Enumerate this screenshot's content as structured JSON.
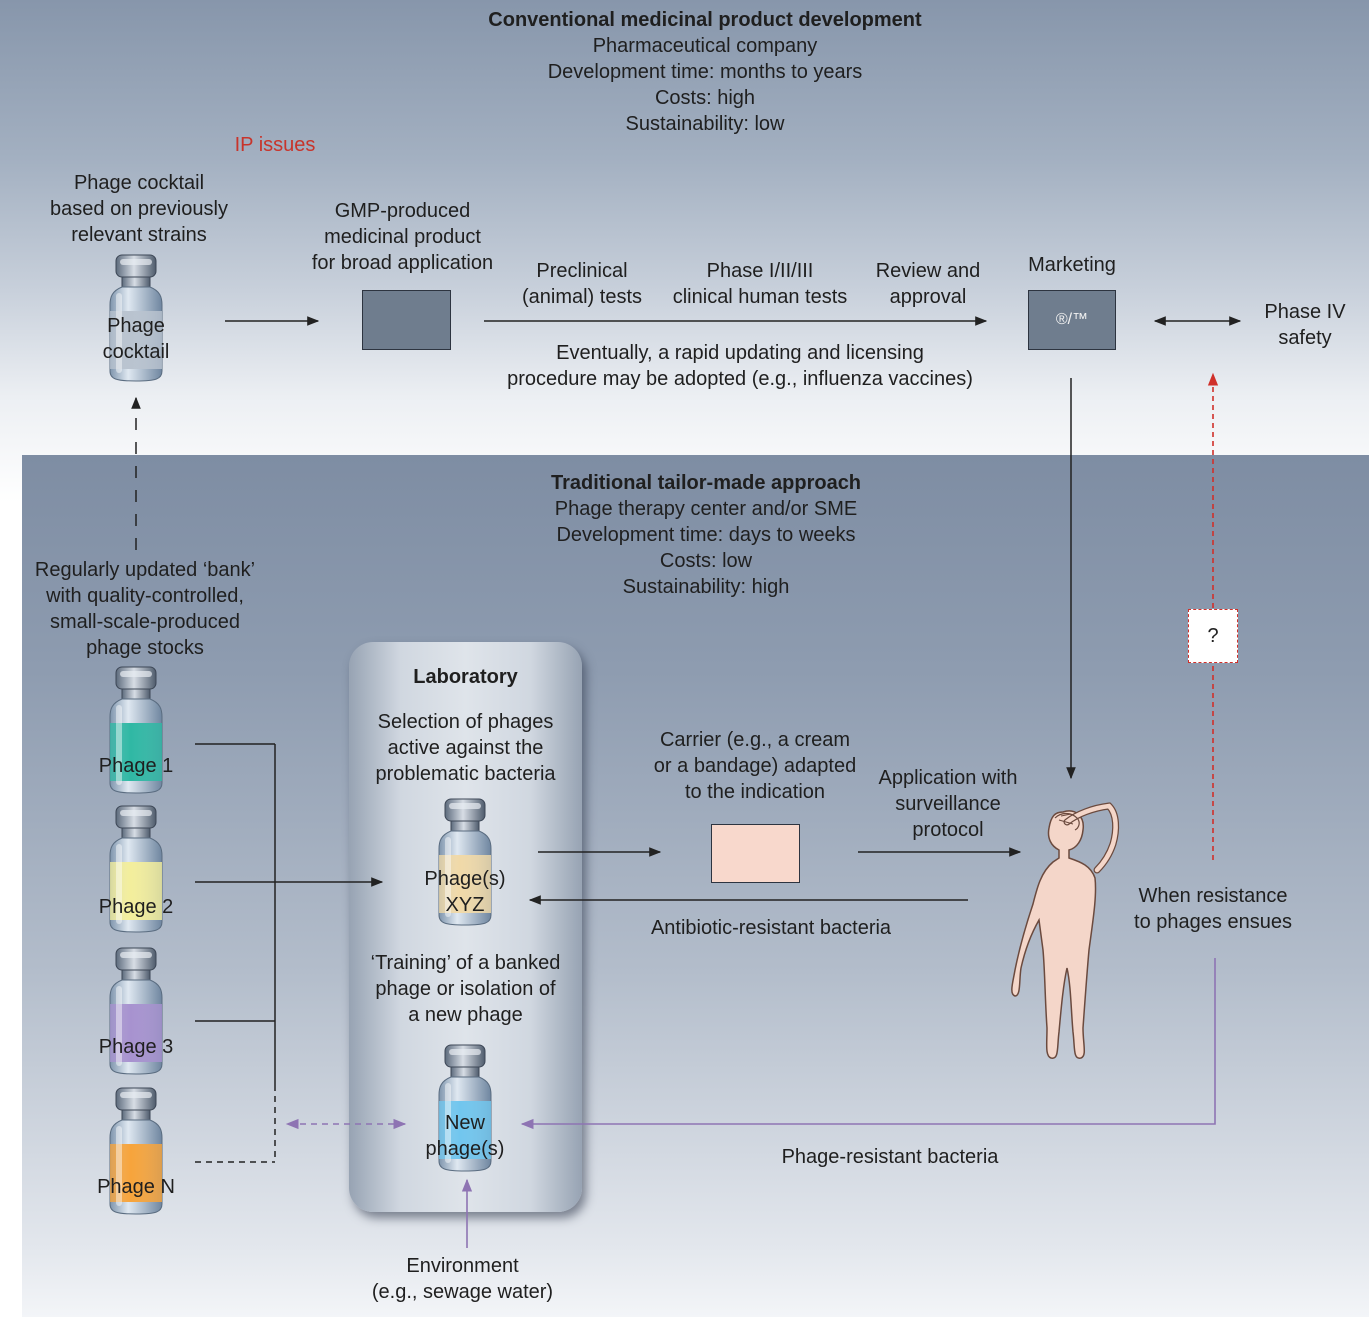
{
  "conventional": {
    "title": "Conventional medicinal product development",
    "line1": "Pharmaceutical company",
    "line2": "Development time: months to years",
    "line3": "Costs: high",
    "line4": "Sustainability: low"
  },
  "ip_issues": "IP issues",
  "cocktail_caption": {
    "line1": "Phage cocktail",
    "line2": "based on previously",
    "line3": "relevant strains"
  },
  "cocktail_vial": {
    "line1": "Phage",
    "line2": "cocktail"
  },
  "gmp": {
    "line1": "GMP-produced",
    "line2": "medicinal product",
    "line3": "for broad application"
  },
  "preclinical": {
    "line1": "Preclinical",
    "line2": "(animal) tests"
  },
  "phase123": {
    "line1": "Phase I/II/III",
    "line2": "clinical human tests"
  },
  "review": {
    "line1": "Review and",
    "line2": "approval"
  },
  "marketing": "Marketing",
  "trademark": "®/™",
  "phase4": {
    "line1": "Phase IV",
    "line2": "safety"
  },
  "rapid": {
    "line1": "Eventually, a rapid updating and licensing",
    "line2": "procedure may be adopted (e.g., influenza vaccines)"
  },
  "traditional": {
    "title": "Traditional tailor-made approach",
    "line1": "Phage therapy center and/or SME",
    "line2": "Development time: days to weeks",
    "line3": "Costs: low",
    "line4": "Sustainability: high"
  },
  "bank": {
    "line1": "Regularly updated ‘bank’",
    "line2": "with quality-controlled,",
    "line3": "small-scale-produced",
    "line4": "phage stocks"
  },
  "question_mark": "?",
  "vials": [
    "Phage 1",
    "Phage 2",
    "Phage 3",
    "Phage N"
  ],
  "laboratory": {
    "title": "Laboratory",
    "selection": {
      "line1": "Selection of phages",
      "line2": "active against the",
      "line3": "problematic bacteria"
    },
    "xyz": {
      "line1": "Phage(s)",
      "line2": "XYZ"
    },
    "training": {
      "line1": "‘Training’ of a banked",
      "line2": "phage or isolation of",
      "line3": "a new phage"
    },
    "new_phage": {
      "line1": "New",
      "line2": "phage(s)"
    }
  },
  "carrier": {
    "line1": "Carrier (e.g., a cream",
    "line2": "or a bandage) adapted",
    "line3": "to the indication"
  },
  "application": {
    "line1": "Application with",
    "line2": "surveillance",
    "line3": "protocol"
  },
  "antibiotic_resistant": "Antibiotic-resistant bacteria",
  "resistance": {
    "line1": "When resistance",
    "line2": "to phages ensues"
  },
  "phage_resistant": "Phage-resistant bacteria",
  "environment": {
    "line1": "Environment",
    "line2": "(e.g., sewage water)"
  },
  "colors": {
    "vial_cocktail": "#b9c3cf",
    "vial_1": "#2fb8a4",
    "vial_2": "#f3ee9c",
    "vial_3": "#a792cf",
    "vial_n": "#f7a43b",
    "vial_xyz": "#f0d9a8",
    "vial_new": "#71c6ee",
    "carrier_box": "#f8d8cc",
    "product_box": "#6f7d8e",
    "purple_arrow": "#8e74b3",
    "red_arrow": "#d0302a"
  }
}
